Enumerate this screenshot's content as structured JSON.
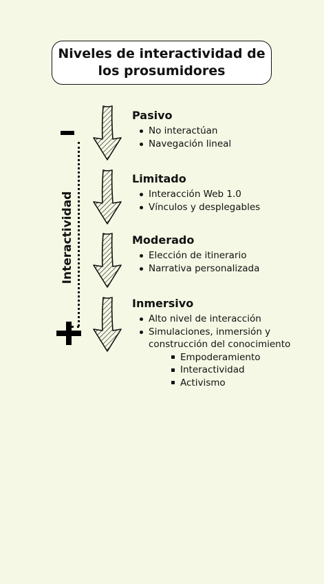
{
  "title": "Niveles de interactividad de los prosumidores",
  "axis": {
    "label": "Interactividad",
    "low": "-",
    "high": "+"
  },
  "levels": [
    {
      "name": "Pasivo",
      "items": [
        "No interactúan",
        "Navegación lineal"
      ]
    },
    {
      "name": "Limitado",
      "items": [
        "Interacción Web 1.0",
        "Vínculos y desplegables"
      ]
    },
    {
      "name": "Moderado",
      "items": [
        "Elección de itinerario",
        "Narrativa personalizada"
      ]
    },
    {
      "name": "Inmersivo",
      "items": [
        "Alto nivel de interacción",
        "Simulaciones, inmersión y construcción del conocimiento"
      ],
      "subitems": [
        "Empoderamiento",
        "Interactividad",
        "Activismo"
      ]
    }
  ],
  "colors": {
    "background": "#f4f8e4",
    "ink": "#111111"
  }
}
